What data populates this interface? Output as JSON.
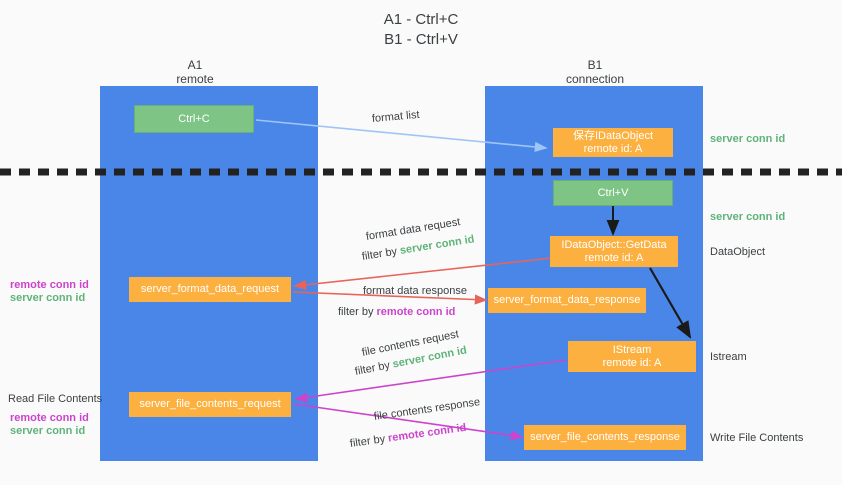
{
  "diagram": {
    "title_line1": "A1 - Ctrl+C",
    "title_line2": "B1 - Ctrl+V",
    "colors": {
      "background": "#fafafa",
      "lane": "#4a86e8",
      "green_box": "#7ec485",
      "orange_box": "#fcb040",
      "server_conn_id": "#5fb37a",
      "remote_conn_id": "#cc44cc",
      "arrow_red": "#e8645a",
      "arrow_magenta": "#cc44cc",
      "arrow_lightblue": "#9fc5f8",
      "arrow_black": "#1a1a1a",
      "divider": "#222222"
    },
    "lanes": [
      {
        "id": "a1",
        "name": "A1",
        "sub": "remote"
      },
      {
        "id": "b1",
        "name": "B1",
        "sub": "connection"
      }
    ],
    "boxes": [
      {
        "id": "ctrl-c",
        "lane": "a1",
        "kind": "green",
        "line1": "Ctrl+C",
        "line2": ""
      },
      {
        "id": "ctrl-v",
        "lane": "b1",
        "kind": "green",
        "line1": "Ctrl+V",
        "line2": ""
      },
      {
        "id": "idataobject-store",
        "lane": "b1",
        "kind": "orange",
        "line1": "保存IDataObject",
        "line2": "remote id: A"
      },
      {
        "id": "idataobject-getdata",
        "lane": "b1",
        "kind": "orange",
        "line1": "IDataObject::GetData",
        "line2": "remote id: A"
      },
      {
        "id": "istream",
        "lane": "b1",
        "kind": "orange",
        "line1": "IStream",
        "line2": "remote id: A"
      },
      {
        "id": "server-format-data-request",
        "lane": "a1",
        "kind": "orange",
        "line1": "server_format_data_request",
        "line2": ""
      },
      {
        "id": "server-format-data-response",
        "lane": "b1",
        "kind": "orange",
        "line1": "server_format_data_response",
        "line2": ""
      },
      {
        "id": "server-file-contents-request",
        "lane": "a1",
        "kind": "orange",
        "line1": "server_file_contents_request",
        "line2": ""
      },
      {
        "id": "server-file-contents-response",
        "lane": "b1",
        "kind": "orange",
        "line1": "server_file_contents_response",
        "line2": ""
      }
    ],
    "flow_labels": [
      {
        "id": "format-list",
        "text": "format list",
        "filter_prefix": "",
        "filter_target": ""
      },
      {
        "id": "format-data-request",
        "text": "format data request",
        "filter_prefix": "filter by ",
        "filter_target": "server conn id"
      },
      {
        "id": "format-data-response",
        "text": "format data response",
        "filter_prefix": "filter by ",
        "filter_target": "remote conn id"
      },
      {
        "id": "file-contents-request",
        "text": "file contents request",
        "filter_prefix": "filter by ",
        "filter_target": "server conn id"
      },
      {
        "id": "file-contents-response",
        "text": "file contents response",
        "filter_prefix": "filter by ",
        "filter_target": "remote conn id"
      }
    ],
    "right_labels": [
      {
        "id": "server-conn-id-top",
        "text": "server conn id",
        "style": "green"
      },
      {
        "id": "server-conn-id-mid",
        "text": "server conn id",
        "style": "green"
      },
      {
        "id": "dataobject",
        "text": "DataObject",
        "style": "dark"
      },
      {
        "id": "istream-label",
        "text": "Istream",
        "style": "dark"
      },
      {
        "id": "write-file-contents",
        "text": "Write File Contents",
        "style": "dark"
      }
    ],
    "left_labels": [
      {
        "id": "remote-conn-id-1",
        "text": "remote conn id",
        "style": "magenta"
      },
      {
        "id": "server-conn-id-1",
        "text": "server conn id",
        "style": "green"
      },
      {
        "id": "read-file-contents",
        "text": "Read File Contents",
        "style": "dark"
      },
      {
        "id": "remote-conn-id-2",
        "text": "remote conn id",
        "style": "magenta"
      },
      {
        "id": "server-conn-id-2",
        "text": "server conn id",
        "style": "green"
      }
    ]
  }
}
